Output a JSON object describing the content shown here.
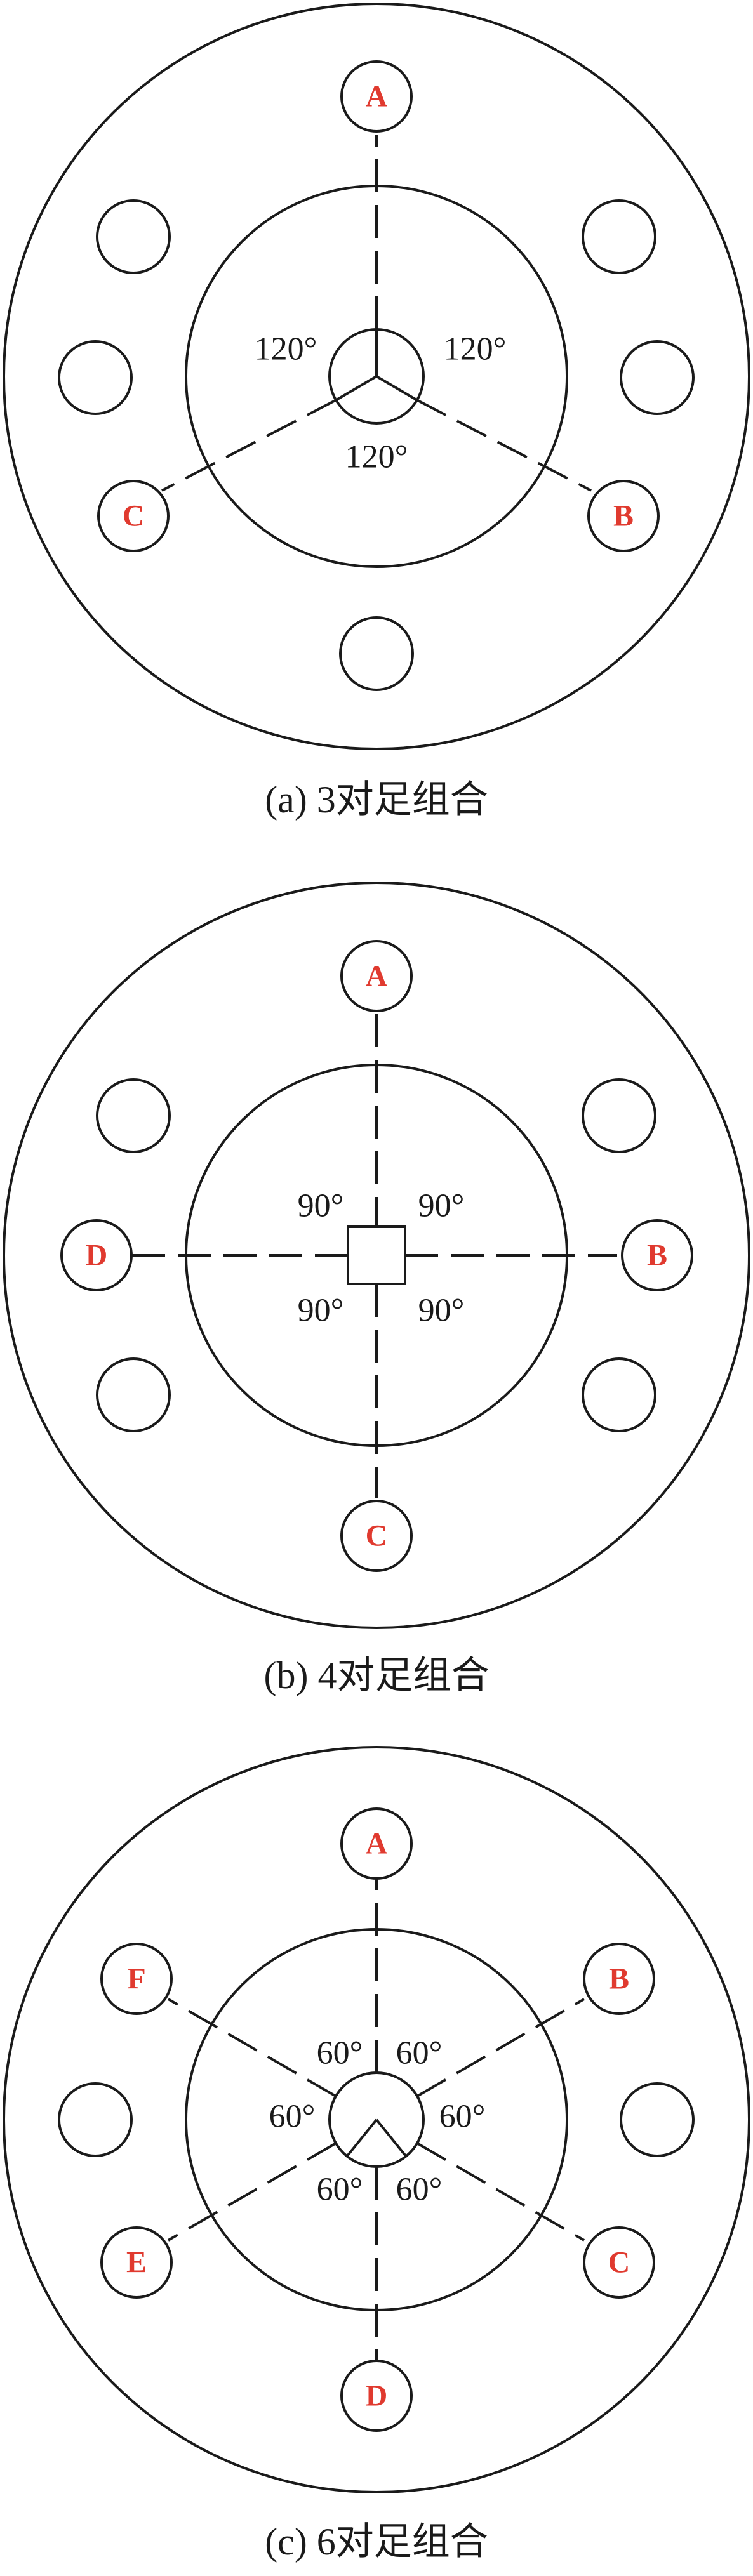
{
  "colors": {
    "line": "#1a1a1a",
    "label": "#e03a2f",
    "background": "#ffffff"
  },
  "panels": [
    {
      "id": "a",
      "caption": "(a)  3对足组合",
      "feet": [
        "A",
        "B",
        "C"
      ],
      "angles": [
        "120°",
        "120°",
        "120°"
      ],
      "hub_shape": "circle"
    },
    {
      "id": "b",
      "caption": "(b)  4对足组合",
      "feet": [
        "A",
        "B",
        "C",
        "D"
      ],
      "angles": [
        "90°",
        "90°",
        "90°",
        "90°"
      ],
      "hub_shape": "square"
    },
    {
      "id": "c",
      "caption": "(c)  6对足组合",
      "feet": [
        "A",
        "B",
        "C",
        "D",
        "E",
        "F"
      ],
      "angles": [
        "60°",
        "60°",
        "60°",
        "60°",
        "60°",
        "60°"
      ],
      "hub_shape": "circle"
    }
  ]
}
